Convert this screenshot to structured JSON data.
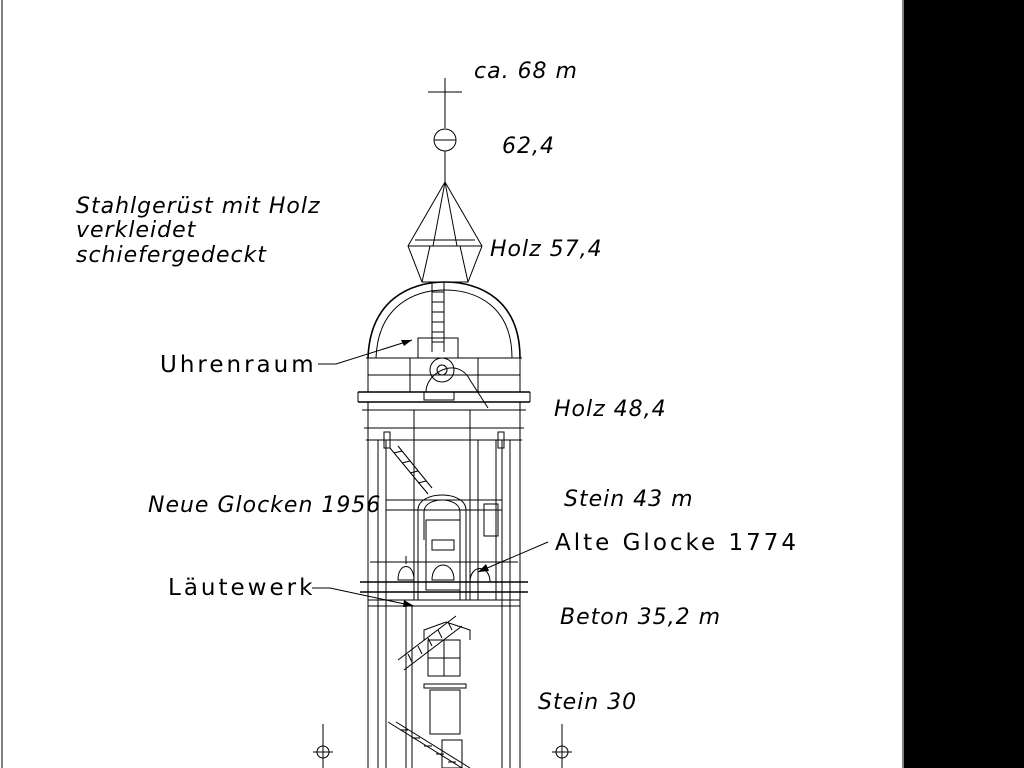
{
  "page": {
    "background": "#000000",
    "sheet_color": "#ffffff",
    "line_color": "#000000"
  },
  "labels": {
    "height_top": "ca. 68 m",
    "height_ball": "62,4",
    "material_note_1": "Stahlgerüst mit Holz",
    "material_note_2": "verkleidet",
    "material_note_3": "schiefergedeckt",
    "holz_57": "Holz 57,4",
    "uhrenraum": "Uhrenraum",
    "holz_48": "Holz 48,4",
    "neue_glocken": "Neue Glocken 1956",
    "stein_43": "Stein 43 m",
    "alte_glocke": "Alte Glocke 1774",
    "laeutewerk": "Läutewerk",
    "beton": "Beton 35,2 m",
    "stein_30": "Stein 30"
  }
}
